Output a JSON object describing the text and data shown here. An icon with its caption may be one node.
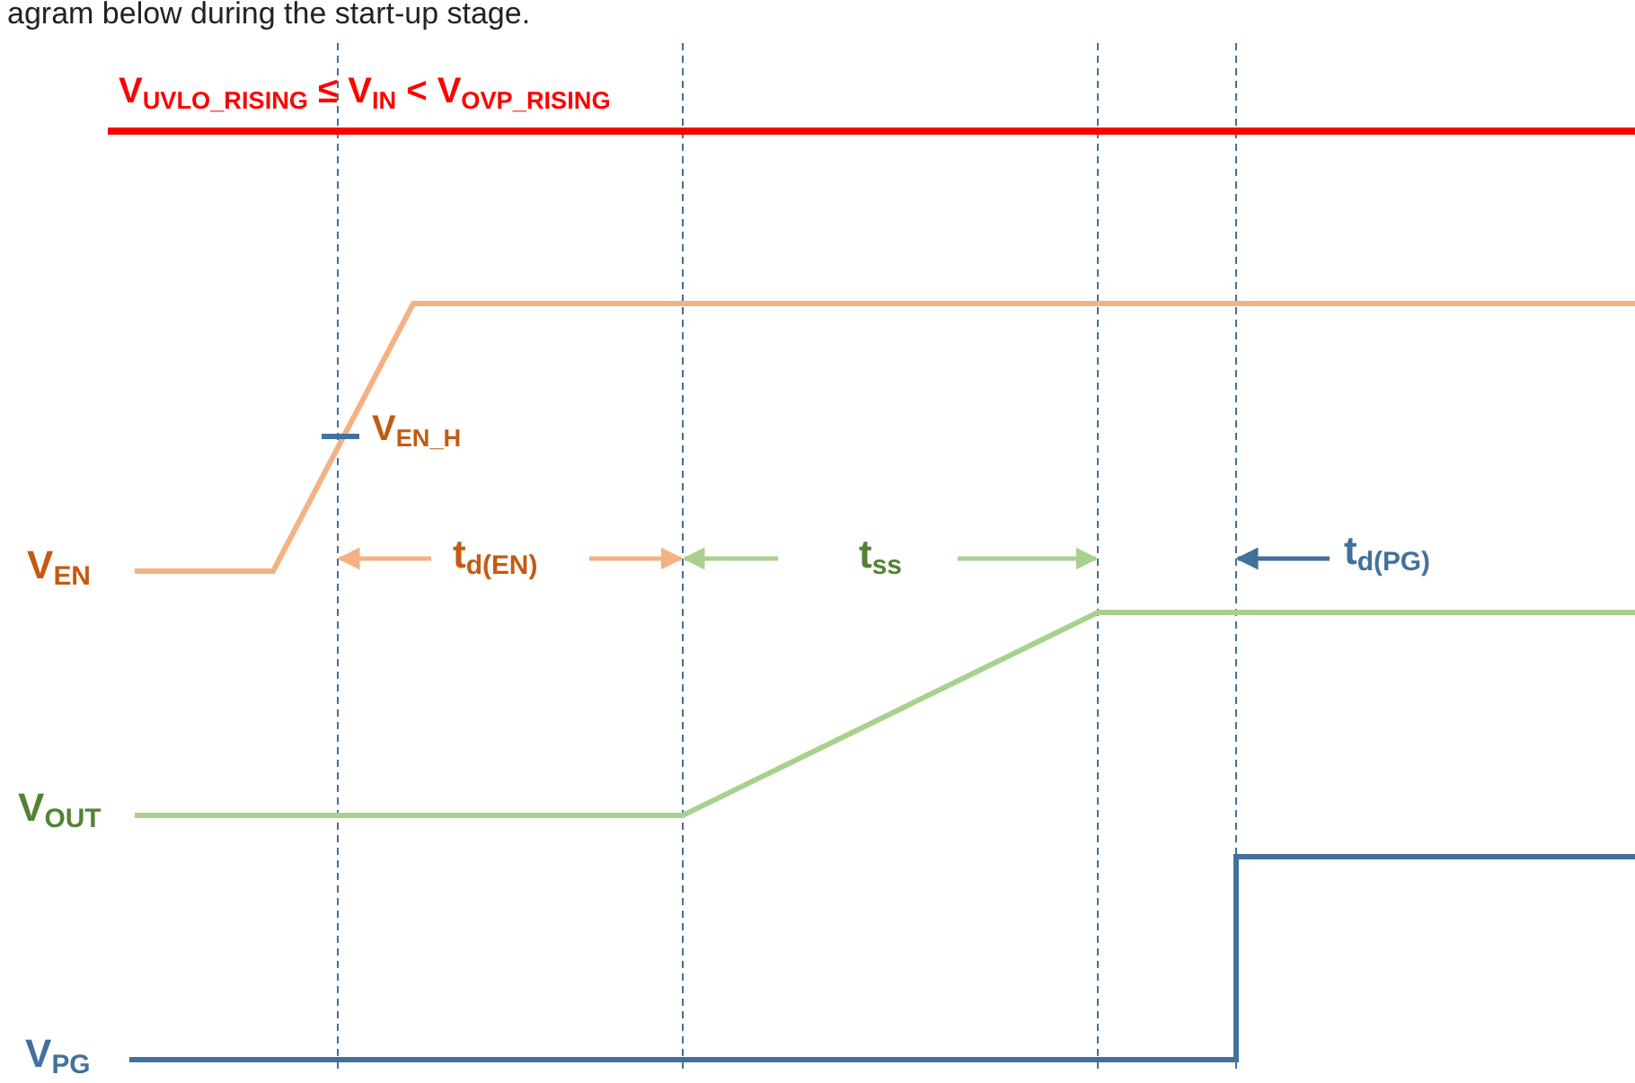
{
  "diagram": {
    "labels": [
      "agram below during the start-up stage.",
      "V$_{UVLO_RISING}$ ≤ V$_{IN}$ < V$_{OVP_RISING}$",
      "V$_{EN_H}$",
      "V$_{EN}$",
      "t$_{d(EN)}$",
      "t$_{ss}$",
      "t$_{d(PG)}$",
      "V$_{OUT}$",
      "V$_{PG}$"
    ]
  }
}
